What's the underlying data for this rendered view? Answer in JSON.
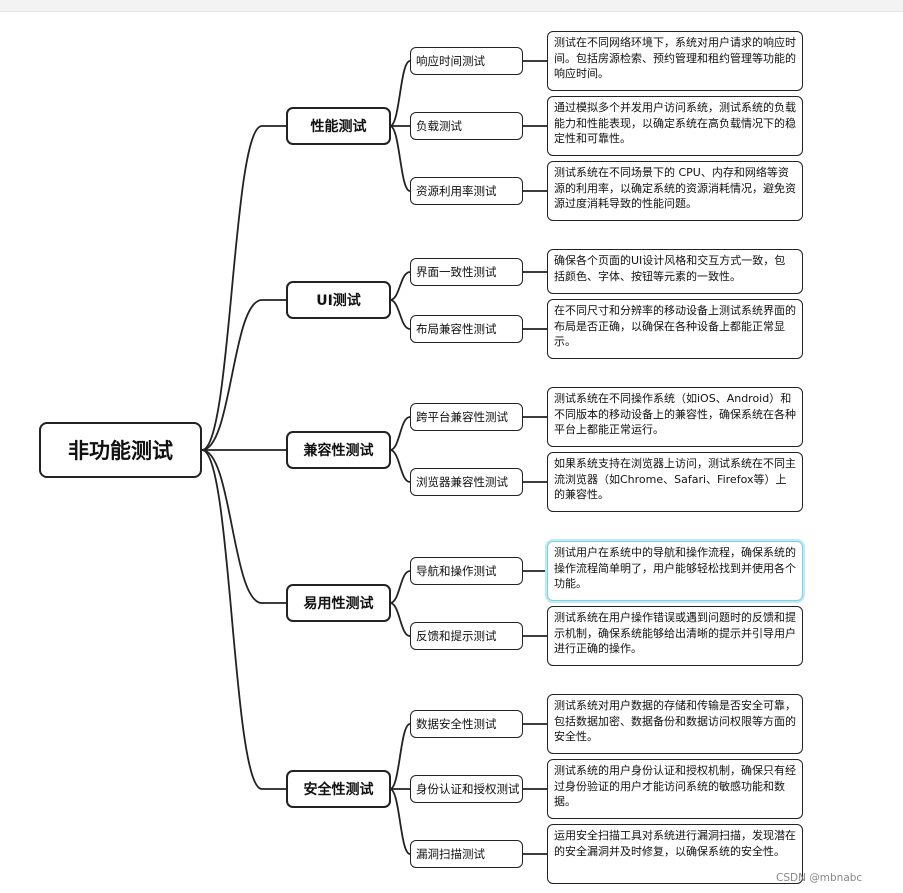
{
  "root": "非功能测试",
  "categories": [
    {
      "label": "性能测试",
      "children": [
        {
          "label": "响应时间测试",
          "desc": "测试在不同网络环境下，系统对用户请求的响应时间。包括房源检索、预约管理和租约管理等功能的响应时间。"
        },
        {
          "label": "负载测试",
          "desc": "通过模拟多个并发用户访问系统，测试系统的负载能力和性能表现，以确定系统在高负载情况下的稳定性和可靠性。"
        },
        {
          "label": "资源利用率测试",
          "desc": "测试系统在不同场景下的 CPU、内存和网络等资源的利用率，以确定系统的资源消耗情况，避免资源过度消耗导致的性能问题。"
        }
      ]
    },
    {
      "label": "UI测试",
      "children": [
        {
          "label": "界面一致性测试",
          "desc": "确保各个页面的UI设计风格和交互方式一致，包括颜色、字体、按钮等元素的一致性。"
        },
        {
          "label": "布局兼容性测试",
          "desc": "在不同尺寸和分辨率的移动设备上测试系统界面的布局是否正确，以确保在各种设备上都能正常显示。"
        }
      ]
    },
    {
      "label": "兼容性测试",
      "children": [
        {
          "label": "跨平台兼容性测试",
          "desc": "测试系统在不同操作系统（如iOS、Android）和不同版本的移动设备上的兼容性，确保系统在各种平台上都能正常运行。"
        },
        {
          "label": "浏览器兼容性测试",
          "desc": "如果系统支持在浏览器上访问，测试系统在不同主流浏览器（如Chrome、Safari、Firefox等）上的兼容性。"
        }
      ]
    },
    {
      "label": "易用性测试",
      "children": [
        {
          "label": "导航和操作测试",
          "desc": "测试用户在系统中的导航和操作流程，确保系统的操作流程简单明了，用户能够轻松找到并使用各个功能。"
        },
        {
          "label": "反馈和提示测试",
          "desc": "测试系统在用户操作错误或遇到问题时的反馈和提示机制，确保系统能够给出清晰的提示并引导用户进行正确的操作。"
        }
      ]
    },
    {
      "label": "安全性测试",
      "children": [
        {
          "label": "数据安全性测试",
          "desc": "测试系统对用户数据的存储和传输是否安全可靠，包括数据加密、数据备份和数据访问权限等方面的安全性。"
        },
        {
          "label": "身份认证和授权测试",
          "desc": "测试系统的用户身份认证和授权机制，确保只有经过身份验证的用户才能访问系统的敏感功能和数据。"
        },
        {
          "label": "漏洞扫描测试",
          "desc": "运用安全扫描工具对系统进行漏洞扫描，发现潜在的安全漏洞并及时修复，以确保系统的安全性。"
        }
      ]
    }
  ],
  "watermark": "CSDN @mbnabc"
}
